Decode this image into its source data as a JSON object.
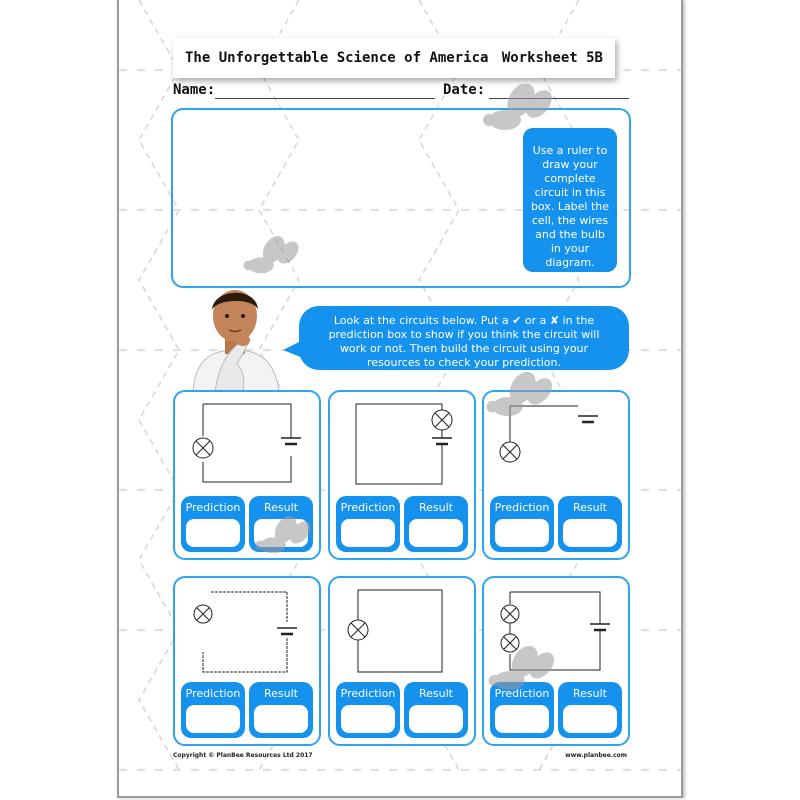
{
  "header": {
    "title": "The Unforgettable Science of America",
    "worksheet": "Worksheet 5B"
  },
  "fields": {
    "name_label": "Name:",
    "date_label": "Date:"
  },
  "draw_instruction": "Use a ruler to draw your complete circuit in this box. Label the cell, the wires and the bulb in your diagram.",
  "circuits_instruction": "Look at the circuits below. Put a ✔ or a ✘ in the prediction box to show if you think the circuit will work or not. Then build the circuit using your resources to check your prediction.",
  "cards": [
    {
      "prediction_label": "Prediction",
      "result_label": "Result"
    },
    {
      "prediction_label": "Prediction",
      "result_label": "Result"
    },
    {
      "prediction_label": "Prediction",
      "result_label": "Result"
    },
    {
      "prediction_label": "Prediction",
      "result_label": "Result"
    },
    {
      "prediction_label": "Prediction",
      "result_label": "Result"
    },
    {
      "prediction_label": "Prediction",
      "result_label": "Result"
    }
  ],
  "footer": {
    "copyright": "Copyright © PlanBee Resources Ltd 2017",
    "website": "www.planbee.com"
  },
  "colors": {
    "accent": "#1592ee",
    "border": "#2ea3ef"
  }
}
